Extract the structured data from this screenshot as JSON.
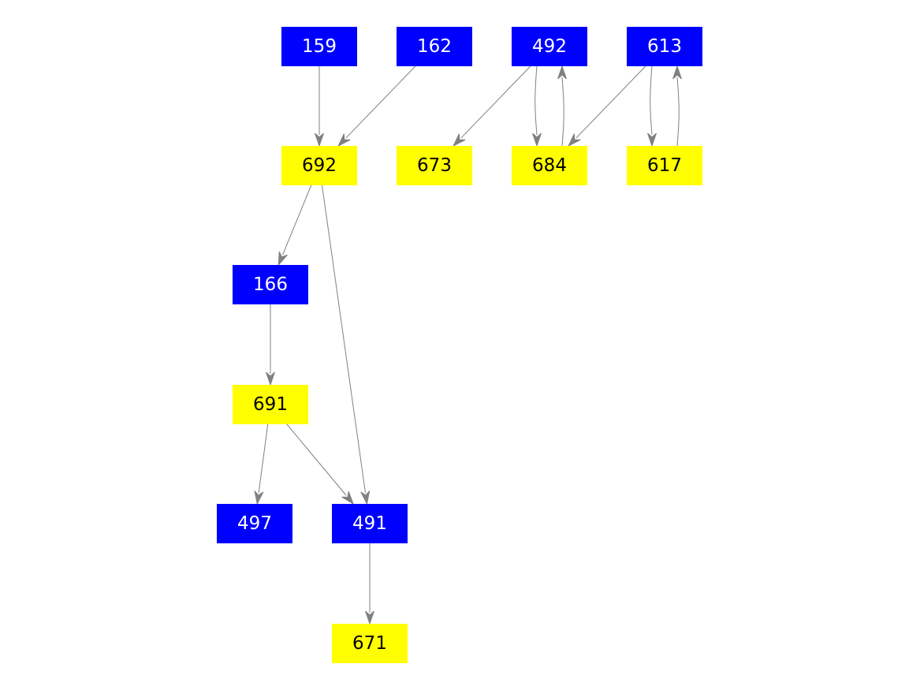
{
  "colors": {
    "blue": "#0000ff",
    "yellow": "#ffff00",
    "edge": "#808080",
    "text_on_blue": "#ffffff",
    "text_on_yellow": "#000000"
  },
  "nodes": [
    {
      "id": "159",
      "label": "159",
      "color": "blue"
    },
    {
      "id": "162",
      "label": "162",
      "color": "blue"
    },
    {
      "id": "492",
      "label": "492",
      "color": "blue"
    },
    {
      "id": "613",
      "label": "613",
      "color": "blue"
    },
    {
      "id": "692",
      "label": "692",
      "color": "yellow"
    },
    {
      "id": "673",
      "label": "673",
      "color": "yellow"
    },
    {
      "id": "684",
      "label": "684",
      "color": "yellow"
    },
    {
      "id": "617",
      "label": "617",
      "color": "yellow"
    },
    {
      "id": "166",
      "label": "166",
      "color": "blue"
    },
    {
      "id": "691",
      "label": "691",
      "color": "yellow"
    },
    {
      "id": "497",
      "label": "497",
      "color": "blue"
    },
    {
      "id": "491",
      "label": "491",
      "color": "blue"
    },
    {
      "id": "671",
      "label": "671",
      "color": "yellow"
    }
  ],
  "edges": [
    {
      "from": "159",
      "to": "692"
    },
    {
      "from": "162",
      "to": "692"
    },
    {
      "from": "492",
      "to": "673"
    },
    {
      "from": "492",
      "to": "684"
    },
    {
      "from": "684",
      "to": "492"
    },
    {
      "from": "613",
      "to": "684"
    },
    {
      "from": "613",
      "to": "617"
    },
    {
      "from": "617",
      "to": "613"
    },
    {
      "from": "692",
      "to": "166"
    },
    {
      "from": "692",
      "to": "491"
    },
    {
      "from": "166",
      "to": "691"
    },
    {
      "from": "691",
      "to": "497"
    },
    {
      "from": "691",
      "to": "491"
    },
    {
      "from": "491",
      "to": "671"
    }
  ]
}
